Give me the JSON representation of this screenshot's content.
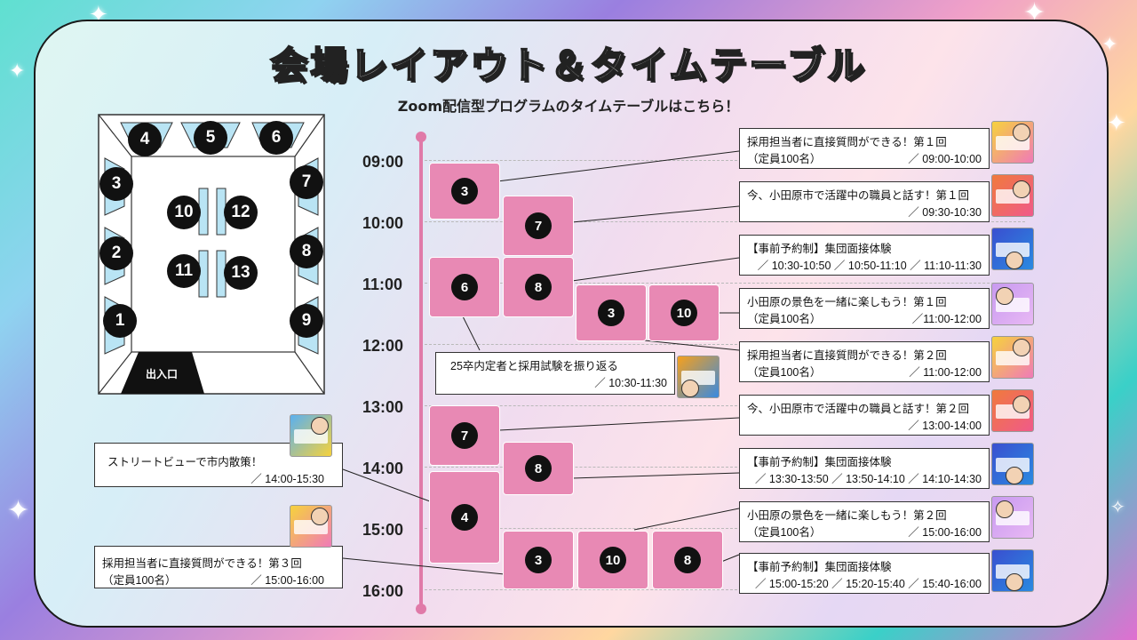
{
  "header": {
    "title": "会場レイアウト＆タイムテーブル",
    "subtitle": "Zoom配信型プログラムのタイムテーブルはこちら！"
  },
  "venue": {
    "booths": [
      "1",
      "2",
      "3",
      "4",
      "5",
      "6",
      "7",
      "8",
      "9",
      "10",
      "11",
      "12",
      "13"
    ],
    "entrance": "出入口"
  },
  "times": [
    "09:00",
    "10:00",
    "11:00",
    "12:00",
    "13:00",
    "14:00",
    "15:00",
    "16:00"
  ],
  "blocks": [
    "3",
    "7",
    "6",
    "8",
    "3",
    "10",
    "7",
    "8",
    "4",
    "3",
    "10",
    "8"
  ],
  "cards": [
    {
      "title": "採用担当者に直接質問ができる！第１回",
      "sub": "（定員100名）",
      "time": "／ 09:00-10:00",
      "thumb": "sp"
    },
    {
      "title": "今、小田原市で活躍中の職員と話す！第１回",
      "sub": "",
      "time": "／ 09:30-10:30",
      "thumb": "or"
    },
    {
      "title": "【事前予約制】集団面接体験",
      "sub": "",
      "time": "／ 10:30-10:50 ／ 10:50-11:10 ／ 11:10-11:30",
      "thumb": "bl"
    },
    {
      "title": "小田原の景色を一緒に楽しもう！第１回",
      "sub": "（定員100名）",
      "time": "／11:00-12:00",
      "thumb": "pu"
    },
    {
      "title": "採用担当者に直接質問ができる！第２回",
      "sub": "（定員100名）",
      "time": "／ 11:00-12:00",
      "thumb": "sp"
    },
    {
      "title": "今、小田原市で活躍中の職員と話す！第２回",
      "sub": "",
      "time": "／ 13:00-14:00",
      "thumb": "or"
    },
    {
      "title": "【事前予約制】集団面接体験",
      "sub": "",
      "time": "／ 13:30-13:50 ／ 13:50-14:10 ／ 14:10-14:30",
      "thumb": "bl"
    },
    {
      "title": "小田原の景色を一緒に楽しもう！第２回",
      "sub": "（定員100名）",
      "time": "／ 15:00-16:00",
      "thumb": "pu"
    },
    {
      "title": "【事前予約制】集団面接体験",
      "sub": "",
      "time": "／ 15:00-15:20 ／ 15:20-15:40 ／ 15:40-16:00",
      "thumb": "bl"
    },
    {
      "title": "25卒内定者と採用試験を振り返る",
      "sub": "",
      "time": "／ 10:30-11:30",
      "thumb": "yl"
    },
    {
      "title": "ストリートビューで市内散策！",
      "sub": "",
      "time": "／ 14:00-15:30",
      "thumb": "cy"
    },
    {
      "title": "採用担当者に直接質問ができる！第３回",
      "sub": "（定員100名）",
      "time": "／ 15:00-16:00",
      "thumb": "sp"
    }
  ],
  "colors": {
    "accent": "#e889b4",
    "timeline": "#e07aa8",
    "booth": "#b9e4f4",
    "dark": "#111111"
  },
  "icons": [
    "sparkle-icon"
  ]
}
